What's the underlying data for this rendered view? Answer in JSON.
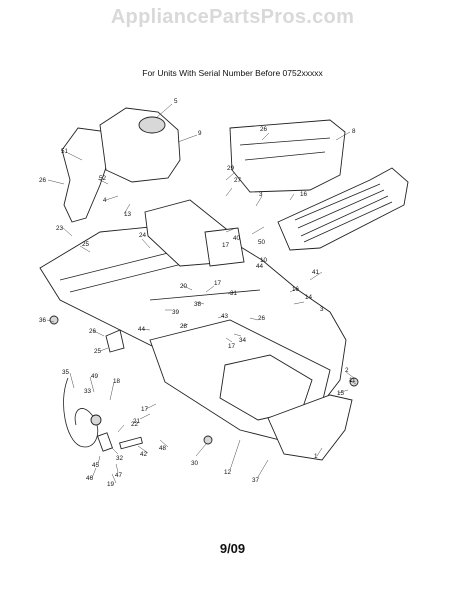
{
  "header": {
    "watermark": "AppliancePartsPros.com"
  },
  "subtitle": "For Units With Serial Number Before 0752xxxxx",
  "footer": {
    "page": "9/09"
  },
  "diagram": {
    "callouts": [
      "5",
      "9",
      "51",
      "26",
      "52",
      "4",
      "13",
      "8",
      "26",
      "29",
      "27",
      "3",
      "16",
      "10",
      "50",
      "40",
      "17",
      "23",
      "25",
      "24",
      "44",
      "41",
      "16",
      "14",
      "3",
      "20",
      "17",
      "31",
      "38",
      "39",
      "43",
      "26",
      "36",
      "26",
      "44",
      "28",
      "34",
      "17",
      "25",
      "35",
      "49",
      "33",
      "18",
      "22",
      "2",
      "11",
      "15",
      "1",
      "17",
      "21",
      "12",
      "48",
      "42",
      "30",
      "32",
      "37",
      "45",
      "47",
      "46",
      "19"
    ]
  }
}
